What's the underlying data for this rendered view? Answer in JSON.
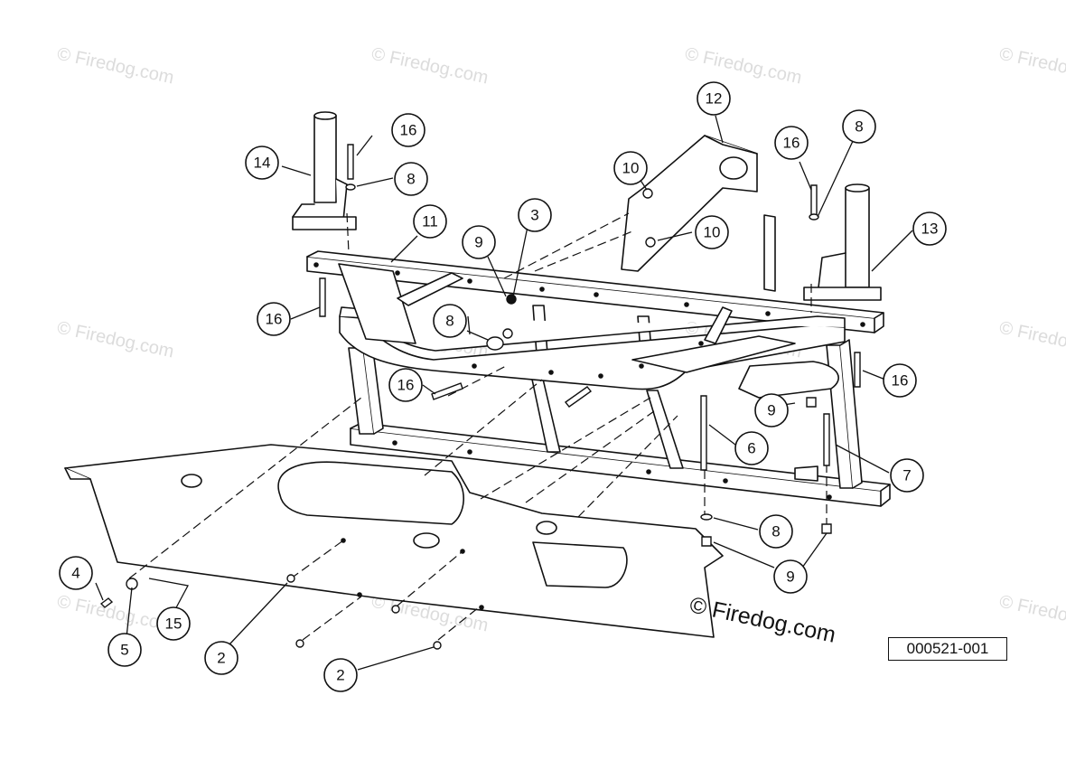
{
  "figure_id": "000521-001",
  "watermark": {
    "text": "© Firedog.com",
    "prominent_text": "© Firedog.com"
  },
  "callouts": {
    "c2a": "2",
    "c2b": "2",
    "c3": "3",
    "c4": "4",
    "c5": "5",
    "c6": "6",
    "c7": "7",
    "c8a": "8",
    "c8b": "8",
    "c8c": "8",
    "c8d": "8",
    "c9a": "9",
    "c9b": "9",
    "c9c": "9",
    "c10a": "10",
    "c10b": "10",
    "c11": "11",
    "c12": "12",
    "c13": "13",
    "c14": "14",
    "c15": "15",
    "c16a": "16",
    "c16b": "16",
    "c16c": "16",
    "c16d": "16",
    "c16e": "16"
  },
  "colors": {
    "line": "#111111",
    "background": "#ffffff",
    "watermark": "#dcdcdc"
  }
}
